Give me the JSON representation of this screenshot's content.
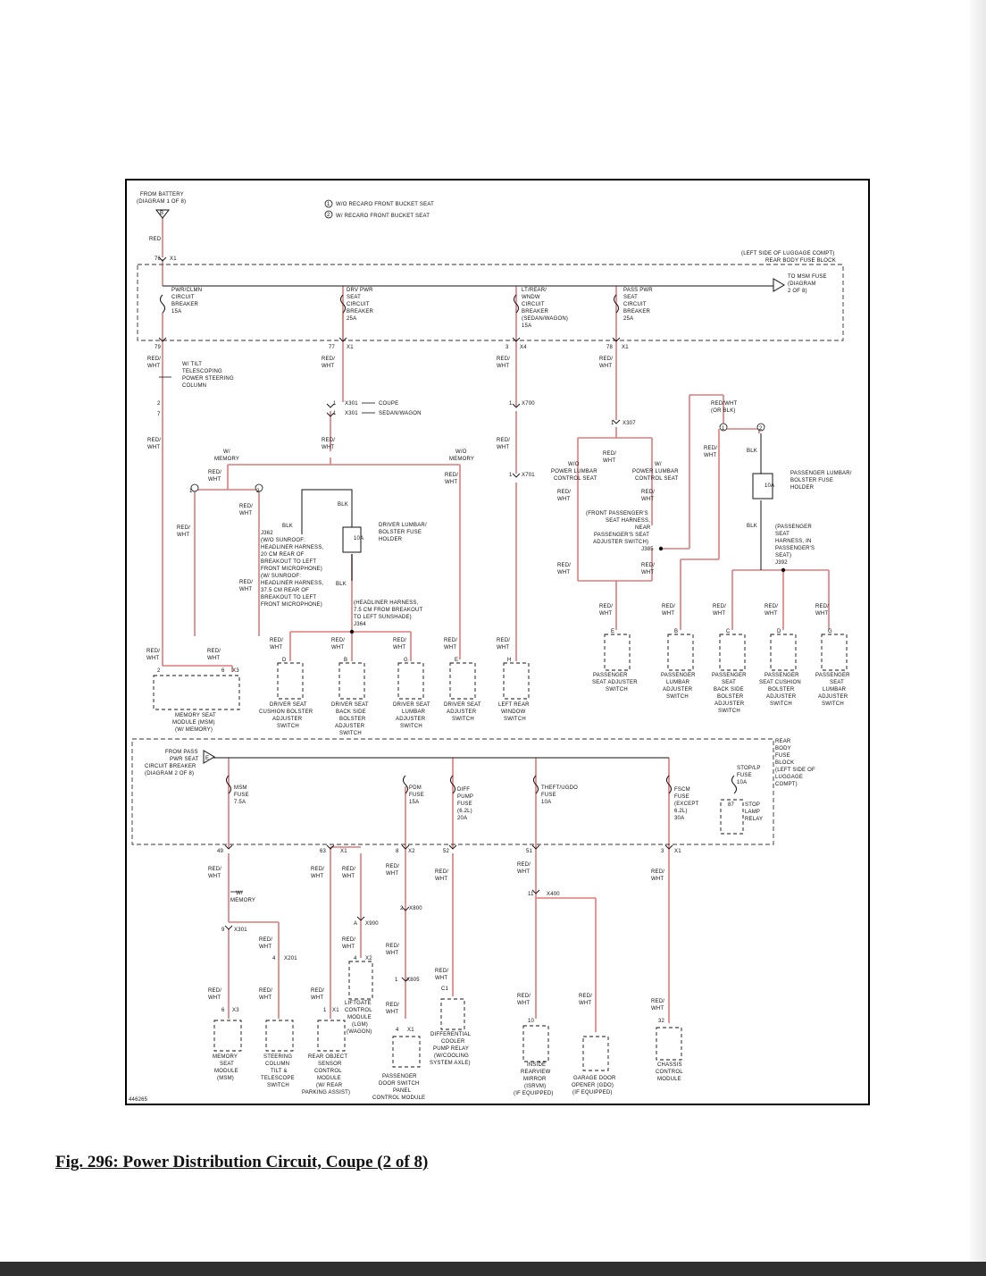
{
  "caption": "Fig. 296: Power Distribution Circuit, Coupe (2 of 8)",
  "diagram": {
    "image_id": "446265",
    "source_1": "FROM BATTERY",
    "source_2": "(DIAGRAM 1 OF 8)",
    "source_letter": "B",
    "legend_1_num": "1",
    "legend_1": "W/O RECARO FRONT BUCKET SEAT",
    "legend_2_num": "2",
    "legend_2": "W/ RECARO FRONT BUCKET SEAT",
    "rb_loc_1": "(LEFT SIDE OF LUGGAGE COMPT)",
    "rb_loc_2": "REAR BODY FUSE BLOCK",
    "msm_fuse_ref_1": "TO MSM FUSE",
    "msm_fuse_ref_2": "(DIAGRAM",
    "msm_fuse_ref_3": "2 OF 8)",
    "red": "RED",
    "red_wht_1": "RED/",
    "red_wht_2": "WHT",
    "blk": "BLK",
    "redwht_orblk_1": "RED/WHT",
    "redwht_orblk_2": "(OR BLK)",
    "pins": {
      "p76": "76",
      "x1": "X1",
      "p79": "79",
      "p77": "77",
      "p3": "3",
      "x4": "X4",
      "p78": "78",
      "p2": "2",
      "p7": "7",
      "p1": "1",
      "p6": "6",
      "x3": "X3",
      "x301": "X301",
      "x700": "X700",
      "x307": "X307",
      "x701": "X701",
      "pD": "D",
      "pB": "B",
      "pG": "G",
      "pE": "E",
      "pH": "H",
      "pC": "C",
      "p49": "49",
      "p63": "63",
      "p8": "8",
      "x2": "X2",
      "p52": "52",
      "p51": "51",
      "p9": "9",
      "p4": "4",
      "x201": "X201",
      "pA": "A",
      "x900": "X900",
      "x800": "X800",
      "x805": "X805",
      "pC1": "C1",
      "p11": "11",
      "x400": "X400",
      "p10": "10",
      "p32": "32",
      "p87": "87"
    },
    "breakers": {
      "b1": [
        "PWR/CLMN",
        "CIRCUIT",
        "BREAKER",
        "15A"
      ],
      "b2": [
        "DRV PWR",
        "SEAT",
        "CIRCUIT",
        "BREAKER",
        "25A"
      ],
      "b3": [
        "LT/REAR/",
        "WNDW",
        "CIRCUIT",
        "BREAKER",
        "(SEDAN/WAGON)",
        "15A"
      ],
      "b4": [
        "PASS PWR",
        "SEAT",
        "CIRCUIT",
        "BREAKER",
        "25A"
      ]
    },
    "tilt": [
      "W/ TILT",
      "TELESCOPING",
      "POWER STEERING",
      "COLUMN"
    ],
    "coupe": "COUPE",
    "sedanwagon": "SEDAN/WAGON",
    "w_memory": [
      "W/",
      "MEMORY"
    ],
    "wo_memory": [
      "W/O",
      "MEMORY"
    ],
    "wo_lumbar": [
      "W/O",
      "POWER LUMBAR",
      "CONTROL SEAT"
    ],
    "w_lumbar": [
      "W/",
      "POWER LUMBAR",
      "CONTROL SEAT"
    ],
    "j362_text": [
      "J362",
      "(W/O SUNROOF:",
      "HEADLINER HARNESS,",
      "20 CM REAR OF",
      "BREAKOUT TO LEFT",
      "FRONT MICROPHONE)",
      "(W/ SUNROOF:",
      "HEADLINER HARNESS,",
      "37.5 CM REAR OF",
      "BREAKOUT TO LEFT",
      "FRONT MICROPHONE)"
    ],
    "drv_fuse": [
      "DRIVER LUMBAR/",
      "BOLSTER FUSE",
      "HOLDER"
    ],
    "fuse_10a": "10A",
    "j364_text": [
      "(HEADLINER HARNESS,",
      "7.5 CM FROM BREAKOUT",
      "TO LEFT SUNSHADE)",
      "J364"
    ],
    "j385_text": [
      "(FRONT PASSENGER'S",
      "SEAT HARNESS,",
      "NEAR",
      "PASSENGER'S SEAT",
      "ADJUSTER SWITCH)",
      "J385"
    ],
    "pass_fuse": [
      "PASSENGER LUMBAR/",
      "BOLSTER FUSE",
      "HOLDER"
    ],
    "j392_text": [
      "(PASSENGER",
      "SEAT",
      "HARNESS, IN",
      "PASSENGER'S",
      "SEAT)",
      "J392"
    ],
    "msm_top": [
      "MEMORY SEAT",
      "MODULE (MSM)",
      "(W/ MEMORY)"
    ],
    "sw_drv_cushion": [
      "DRIVER SEAT",
      "CUSHION BOLSTER",
      "ADJUSTER",
      "SWITCH"
    ],
    "sw_drv_back": [
      "DRIVER SEAT",
      "BACK SIDE",
      "BOLSTER",
      "ADJUSTER",
      "SWITCH"
    ],
    "sw_drv_lumbar": [
      "DRIVER SEAT",
      "LUMBAR",
      "ADJUSTER",
      "SWITCH"
    ],
    "sw_drv_adj": [
      "DRIVER SEAT",
      "ADJUSTER",
      "SWITCH"
    ],
    "sw_window": [
      "LEFT REAR",
      "WINDOW",
      "SWITCH"
    ],
    "sw_pass_adj": [
      "PASSENGER",
      "SEAT ADJUSTER",
      "SWITCH"
    ],
    "sw_pass_lumbar": [
      "PASSENGER",
      "LUMBAR",
      "ADJUSTER",
      "SWITCH"
    ],
    "sw_pass_back": [
      "PASSENGER",
      "SEAT",
      "BACK SIDE",
      "BOLSTER",
      "ADJUSTER",
      "SWITCH"
    ],
    "sw_pass_cushion": [
      "PASSENGER",
      "SEAT CUSHION",
      "BOLSTER",
      "ADJUSTER",
      "SWITCH"
    ],
    "sw_pass_lumbar2": [
      "PASSENGER",
      "SEAT",
      "LUMBAR",
      "ADJUSTER",
      "SWITCH"
    ],
    "from_pass": [
      "FROM PASS",
      "PWR SEAT",
      "CIRCUIT BREAKER",
      "(DIAGRAM 2 OF 8)"
    ],
    "from_pass_letter": "E",
    "rear_fuse_block": [
      "REAR",
      "BODY",
      "FUSE",
      "BLOCK",
      "(LEFT SIDE OF",
      "LUGGAGE",
      "COMPT)"
    ],
    "fuses": {
      "msm": [
        "MSM",
        "FUSE",
        "7.5A"
      ],
      "pdm": [
        "PDM",
        "FUSE",
        "15A"
      ],
      "diff": [
        "DIFF",
        "PUMP",
        "FUSE",
        "(6.2L)",
        "20A"
      ],
      "theft": [
        "THEFT/UGDO",
        "FUSE",
        "10A"
      ],
      "fscm": [
        "FSCM",
        "FUSE",
        "(EXCEPT",
        "6.2L)",
        "30A"
      ],
      "stop": [
        "STOP/LP",
        "FUSE",
        "10A"
      ]
    },
    "stop_relay": [
      "STOP",
      "LAMP",
      "RELAY"
    ],
    "m_msm": [
      "MEMORY",
      "SEAT",
      "MODULE",
      "(MSM)"
    ],
    "m_steering": [
      "STEERING",
      "COLUMN",
      "TILT &",
      "TELESCOPE",
      "SWITCH"
    ],
    "m_rear_obj": [
      "REAR OBJECT",
      "SENSOR",
      "CONTROL",
      "MODULE",
      "(W/ REAR",
      "PARKING ASSIST)"
    ],
    "m_liftgate": [
      "LIFTGATE",
      "CONTROL",
      "MODULE",
      "(LGM)",
      "(WAGON)"
    ],
    "m_door": [
      "PASSENGER",
      "DOOR SWITCH",
      "PANEL",
      "CONTROL MODULE"
    ],
    "m_diff": [
      "DIFFERENTIAL",
      "COOLER",
      "PUMP RELAY",
      "(W/COOLING",
      "SYSTEM AXLE)"
    ],
    "m_mirror": [
      "INSIDE",
      "REARVIEW",
      "MIRROR",
      "(ISRVM)",
      "(IF EQUIPPED)"
    ],
    "m_garage": [
      "GARAGE DOOR",
      "OPENER (GDO)",
      "(IF EQUIPPED)"
    ],
    "m_chassis": [
      "CHASSIS",
      "CONTROL",
      "MODULE"
    ]
  }
}
